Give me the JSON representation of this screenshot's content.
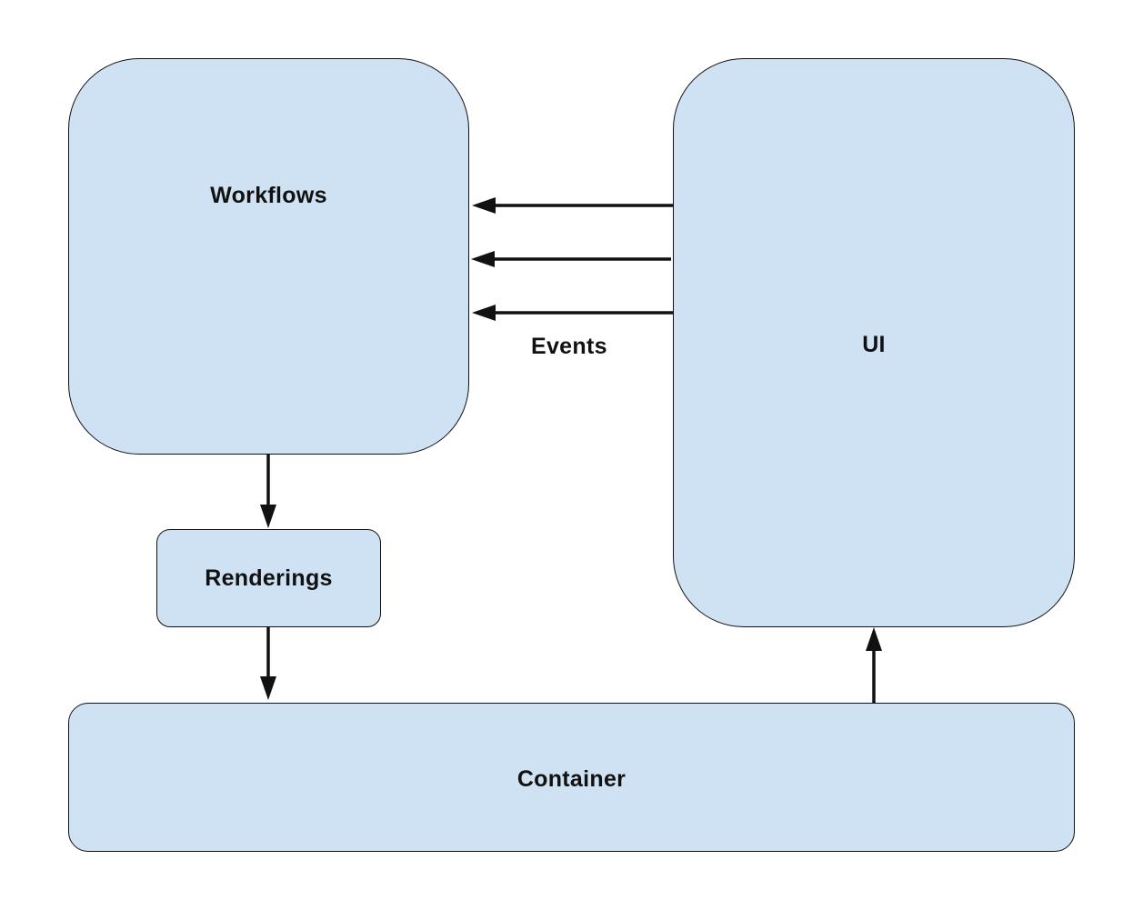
{
  "nodes": {
    "workflows": "Workflows",
    "ui": "UI",
    "renderings": "Renderings",
    "container": "Container"
  },
  "edges": {
    "events_label": "Events"
  },
  "colors": {
    "box_fill": "#cfe2f3",
    "stroke": "#111111",
    "background": "#ffffff"
  }
}
